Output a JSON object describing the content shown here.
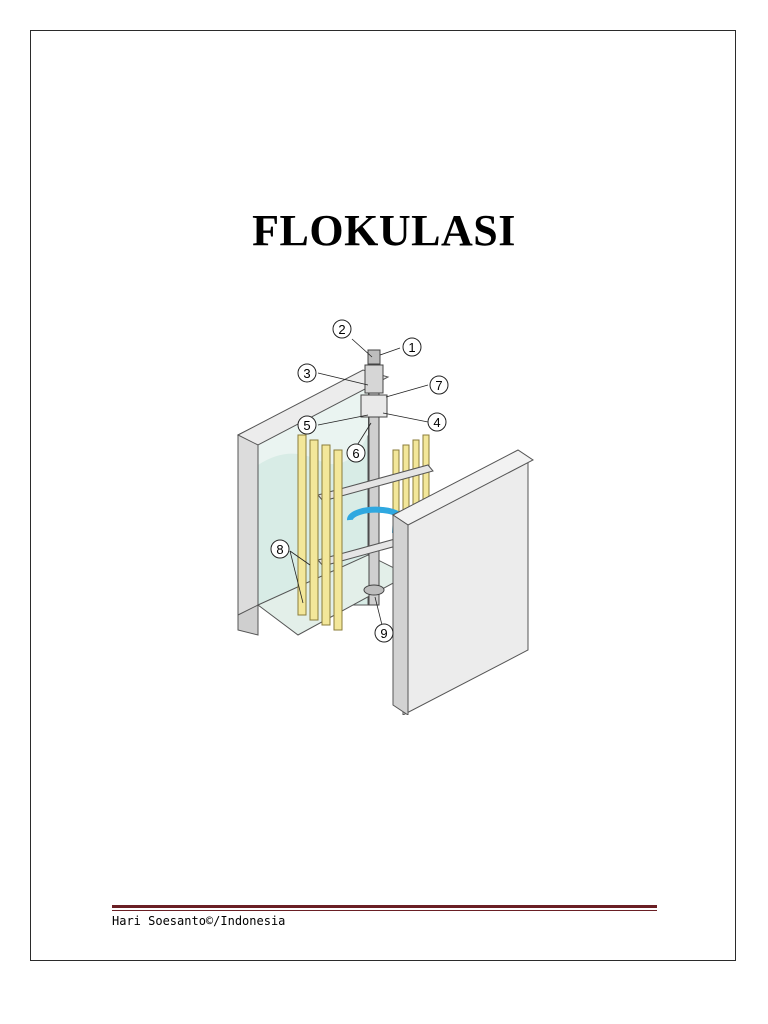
{
  "document": {
    "title": "FLOKULASI",
    "footer": "Hari Soesanto©/Indonesia"
  },
  "figure": {
    "labels": [
      "1",
      "2",
      "3",
      "4",
      "5",
      "6",
      "7",
      "8",
      "9"
    ],
    "colors": {
      "paddle": "#f3e79a",
      "paddle_edge": "#8b7d3a",
      "water": "#d8ece6",
      "tank": "#ececec",
      "tank_edge": "#555555",
      "rotation": "#2fa8e0"
    },
    "icons": [
      "rotation-arrow-icon"
    ]
  }
}
